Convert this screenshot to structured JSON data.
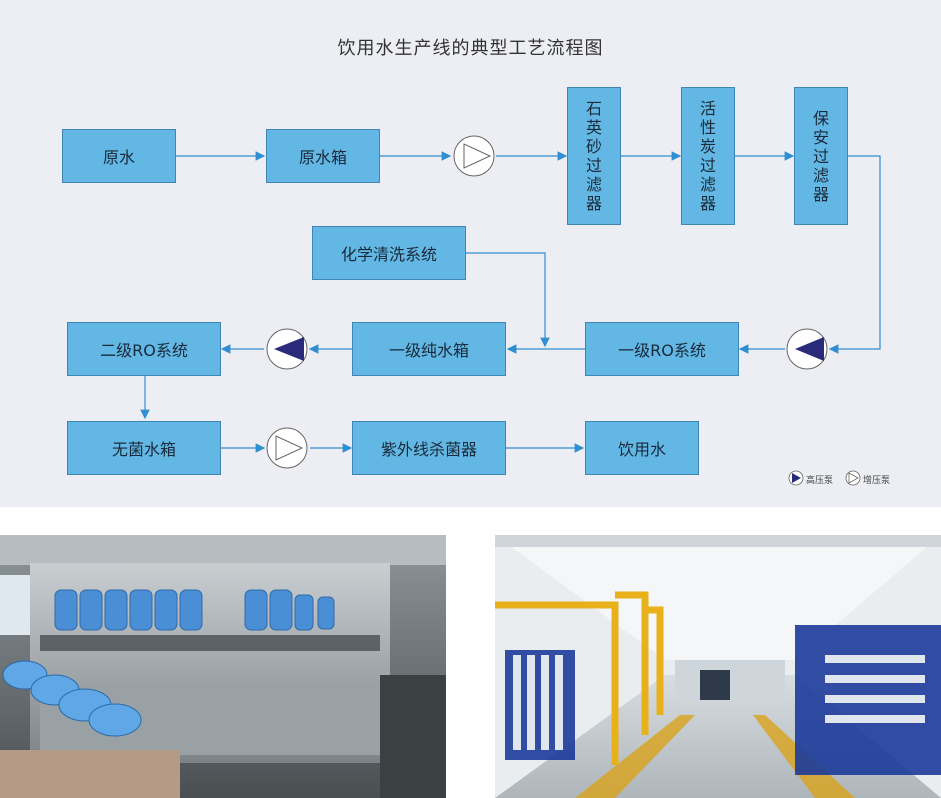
{
  "title": "饮用水生产线的典型工艺流程图",
  "nodes": {
    "raw_water": "原水",
    "raw_tank": "原水箱",
    "quartz_filter": [
      "石",
      "英",
      "砂",
      "过",
      "滤",
      "器"
    ],
    "carbon_filter": [
      "活",
      "性",
      "炭",
      "过",
      "滤",
      "器"
    ],
    "security_filter": [
      "保",
      "安",
      "过",
      "滤",
      "器"
    ],
    "chem_clean": "化学清洗系统",
    "ro1": "一级RO系统",
    "pure_tank1": "一级纯水箱",
    "ro2": "二级RO系统",
    "sterile_tank": "无菌水箱",
    "uv": "紫外线杀菌器",
    "drinking_water": "饮用水"
  },
  "legend": {
    "high_pressure_pump": "高压泵",
    "booster_pump": "增压泵"
  },
  "colors": {
    "box_fill": "#62b7e4",
    "arrow": "#2f8fd0",
    "hp_pump": "#2a2a7a"
  }
}
